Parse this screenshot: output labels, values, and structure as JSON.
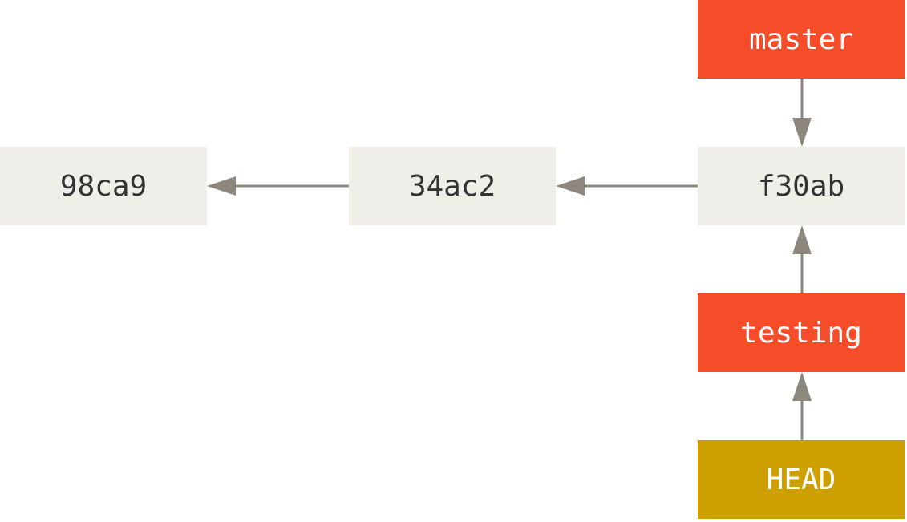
{
  "commits": [
    {
      "id": "98ca9"
    },
    {
      "id": "34ac2"
    },
    {
      "id": "f30ab"
    }
  ],
  "branches": {
    "master": "master",
    "testing": "testing",
    "head": "HEAD"
  },
  "colors": {
    "commit_bg": "#efeee8",
    "commit_text": "#333333",
    "branch_bg": "#f54d2a",
    "head_bg": "#cda000",
    "arrow": "#8d877e",
    "label_text": "#ffffff"
  }
}
